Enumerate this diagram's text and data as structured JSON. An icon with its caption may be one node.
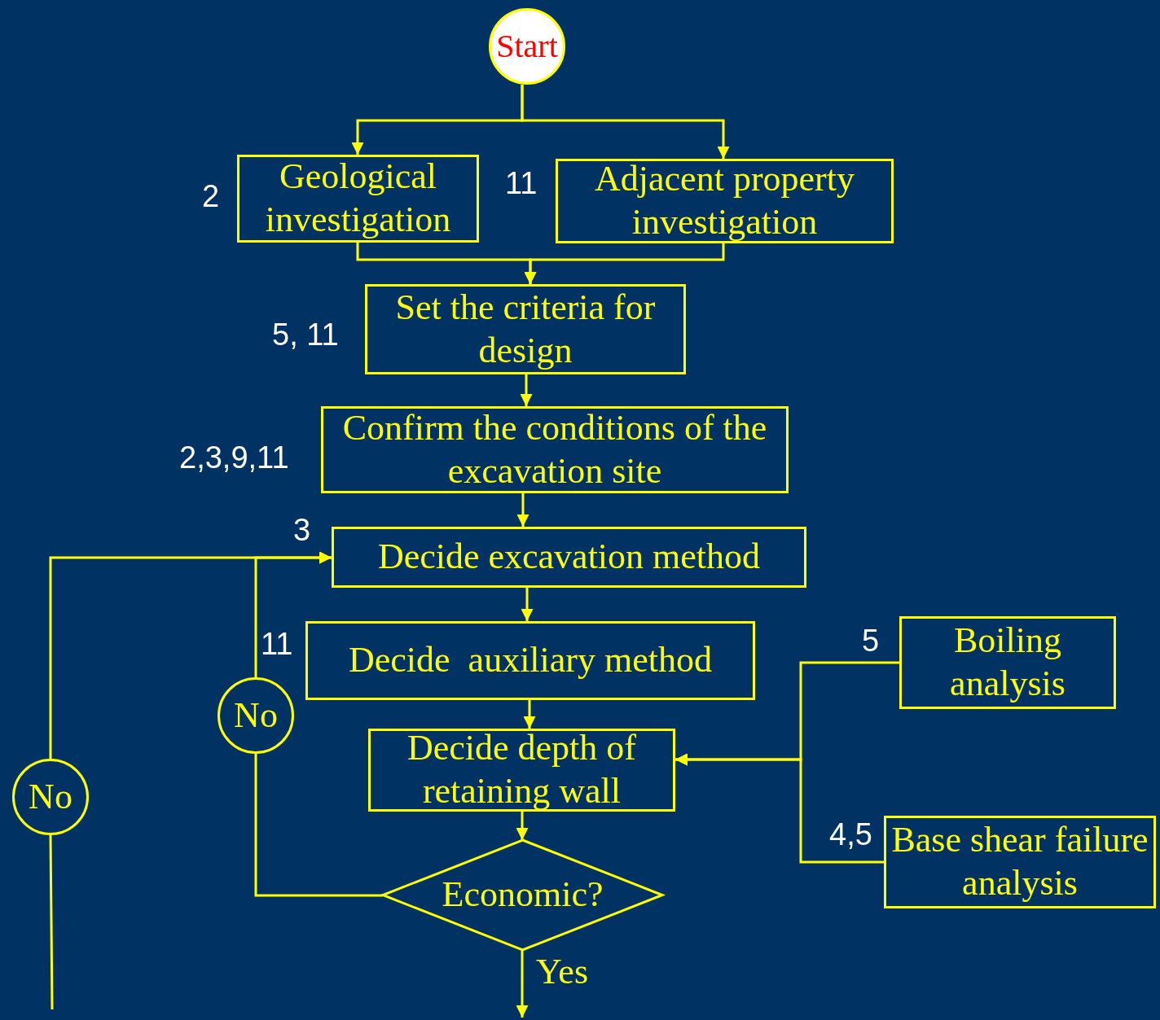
{
  "diagram": {
    "nodes": [
      {
        "text": [
          "Start"
        ]
      },
      {
        "text": [
          "Geological investigation"
        ],
        "beside": [
          "2"
        ]
      },
      {
        "text": [
          "Adjacent property investigation"
        ],
        "beside": [
          "11"
        ]
      },
      {
        "text": [
          "Set the criteria for design"
        ],
        "beside": [
          "5, 11"
        ]
      },
      {
        "text": [
          "Confirm the conditions of the excavation site"
        ],
        "beside": [
          "2,3,9,11"
        ]
      },
      {
        "text": [
          "Decide excavation method"
        ],
        "beside": [
          "3"
        ]
      },
      {
        "text": [
          "Decide  auxiliary method"
        ],
        "beside": [
          "11"
        ]
      },
      {
        "text": [
          "Boiling analysis"
        ],
        "beside": [
          "5"
        ]
      },
      {
        "text": [
          "Decide depth of retaining wall"
        ]
      },
      {
        "text": [
          "Base shear failure analysis"
        ],
        "beside": [
          "4,5"
        ]
      },
      {
        "text": [
          "Economic?"
        ]
      },
      {
        "text": [
          "No"
        ]
      },
      {
        "text": [
          "No"
        ]
      }
    ],
    "edges": [
      {
        "from": 0,
        "to": 1,
        "arrow": "to"
      },
      {
        "from": 0,
        "to": 2,
        "arrow": "to"
      },
      {
        "from": 1,
        "to": 3,
        "arrow": "to"
      },
      {
        "from": 2,
        "to": 3,
        "arrow": "to"
      },
      {
        "from": 3,
        "to": 4,
        "arrow": "to"
      },
      {
        "from": 4,
        "to": 5,
        "arrow": "to"
      },
      {
        "from": 5,
        "to": 6,
        "arrow": "to"
      },
      {
        "from": 6,
        "to": 8,
        "arrow": "to"
      },
      {
        "from": 7,
        "to": 8,
        "arrow": "to"
      },
      {
        "from": 9,
        "to": 8,
        "arrow": "to"
      },
      {
        "from": 8,
        "to": 10,
        "arrow": "to"
      },
      {
        "from": 10,
        "to": null,
        "arrow": "to",
        "label": "Yes"
      },
      {
        "from": 10,
        "to": 11,
        "arrow": "none"
      },
      {
        "from": 11,
        "to": 5,
        "arrow": "to"
      },
      {
        "from": 12,
        "to": 5,
        "arrow": "to"
      },
      {
        "from": null,
        "to": 12,
        "arrow": "none"
      }
    ]
  }
}
